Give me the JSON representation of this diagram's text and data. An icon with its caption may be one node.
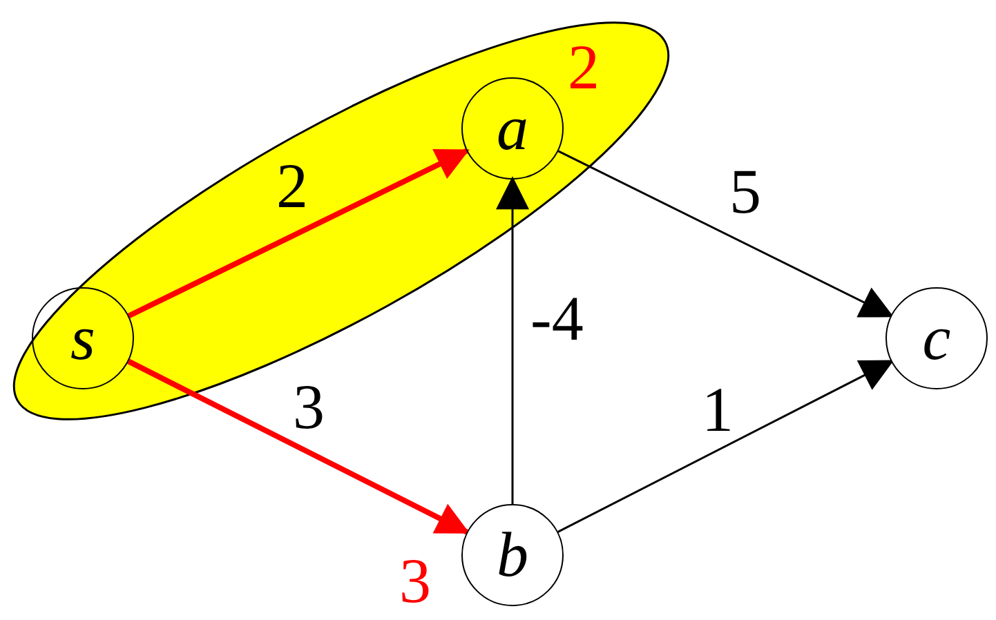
{
  "diagram": {
    "nodes": [
      {
        "text": [],
        "shape": "ellipse"
      },
      {
        "text": [
          "s"
        ],
        "in": 0
      },
      {
        "text": [
          "a"
        ],
        "in": 0,
        "beside": [
          "2"
        ]
      },
      {
        "text": [
          "b"
        ],
        "beside": [
          "3"
        ]
      },
      {
        "text": [
          "c"
        ]
      }
    ],
    "edges": [
      {
        "from": 1,
        "to": 2,
        "arrow": "to",
        "label": "2",
        "style": "thick",
        "color": "#ff0000"
      },
      {
        "from": 1,
        "to": 3,
        "arrow": "to",
        "label": "3",
        "style": "thick",
        "color": "#ff0000"
      },
      {
        "from": 3,
        "to": 2,
        "arrow": "to",
        "label": "-4"
      },
      {
        "from": 2,
        "to": 4,
        "arrow": "to",
        "label": "5"
      },
      {
        "from": 3,
        "to": 4,
        "arrow": "to",
        "label": "1"
      }
    ]
  }
}
